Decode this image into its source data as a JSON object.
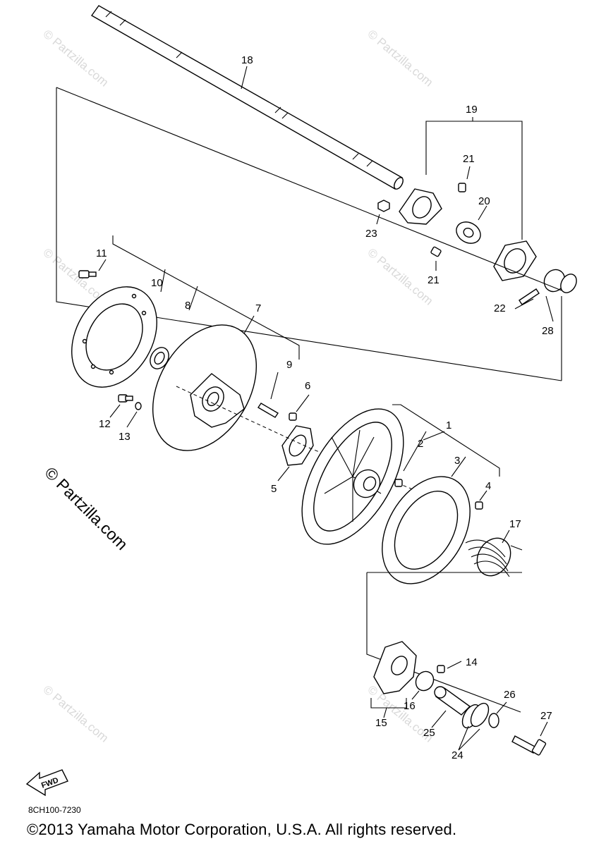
{
  "diagram": {
    "callouts": [
      "18",
      "19",
      "21",
      "20",
      "23",
      "21",
      "22",
      "28",
      "11",
      "10",
      "8",
      "7",
      "9",
      "6",
      "12",
      "13",
      "5",
      "1",
      "2",
      "3",
      "4",
      "17",
      "14",
      "16",
      "15",
      "25",
      "26",
      "24",
      "27"
    ],
    "watermark_small": "© Partzilla.com",
    "watermark_large": "© Partzilla.com",
    "fwd_label": "FWD"
  },
  "footer": {
    "code": "8CH100-7230",
    "copyright": "©2013  Yamaha Motor Corporation, U.S.A. All rights reserved."
  }
}
